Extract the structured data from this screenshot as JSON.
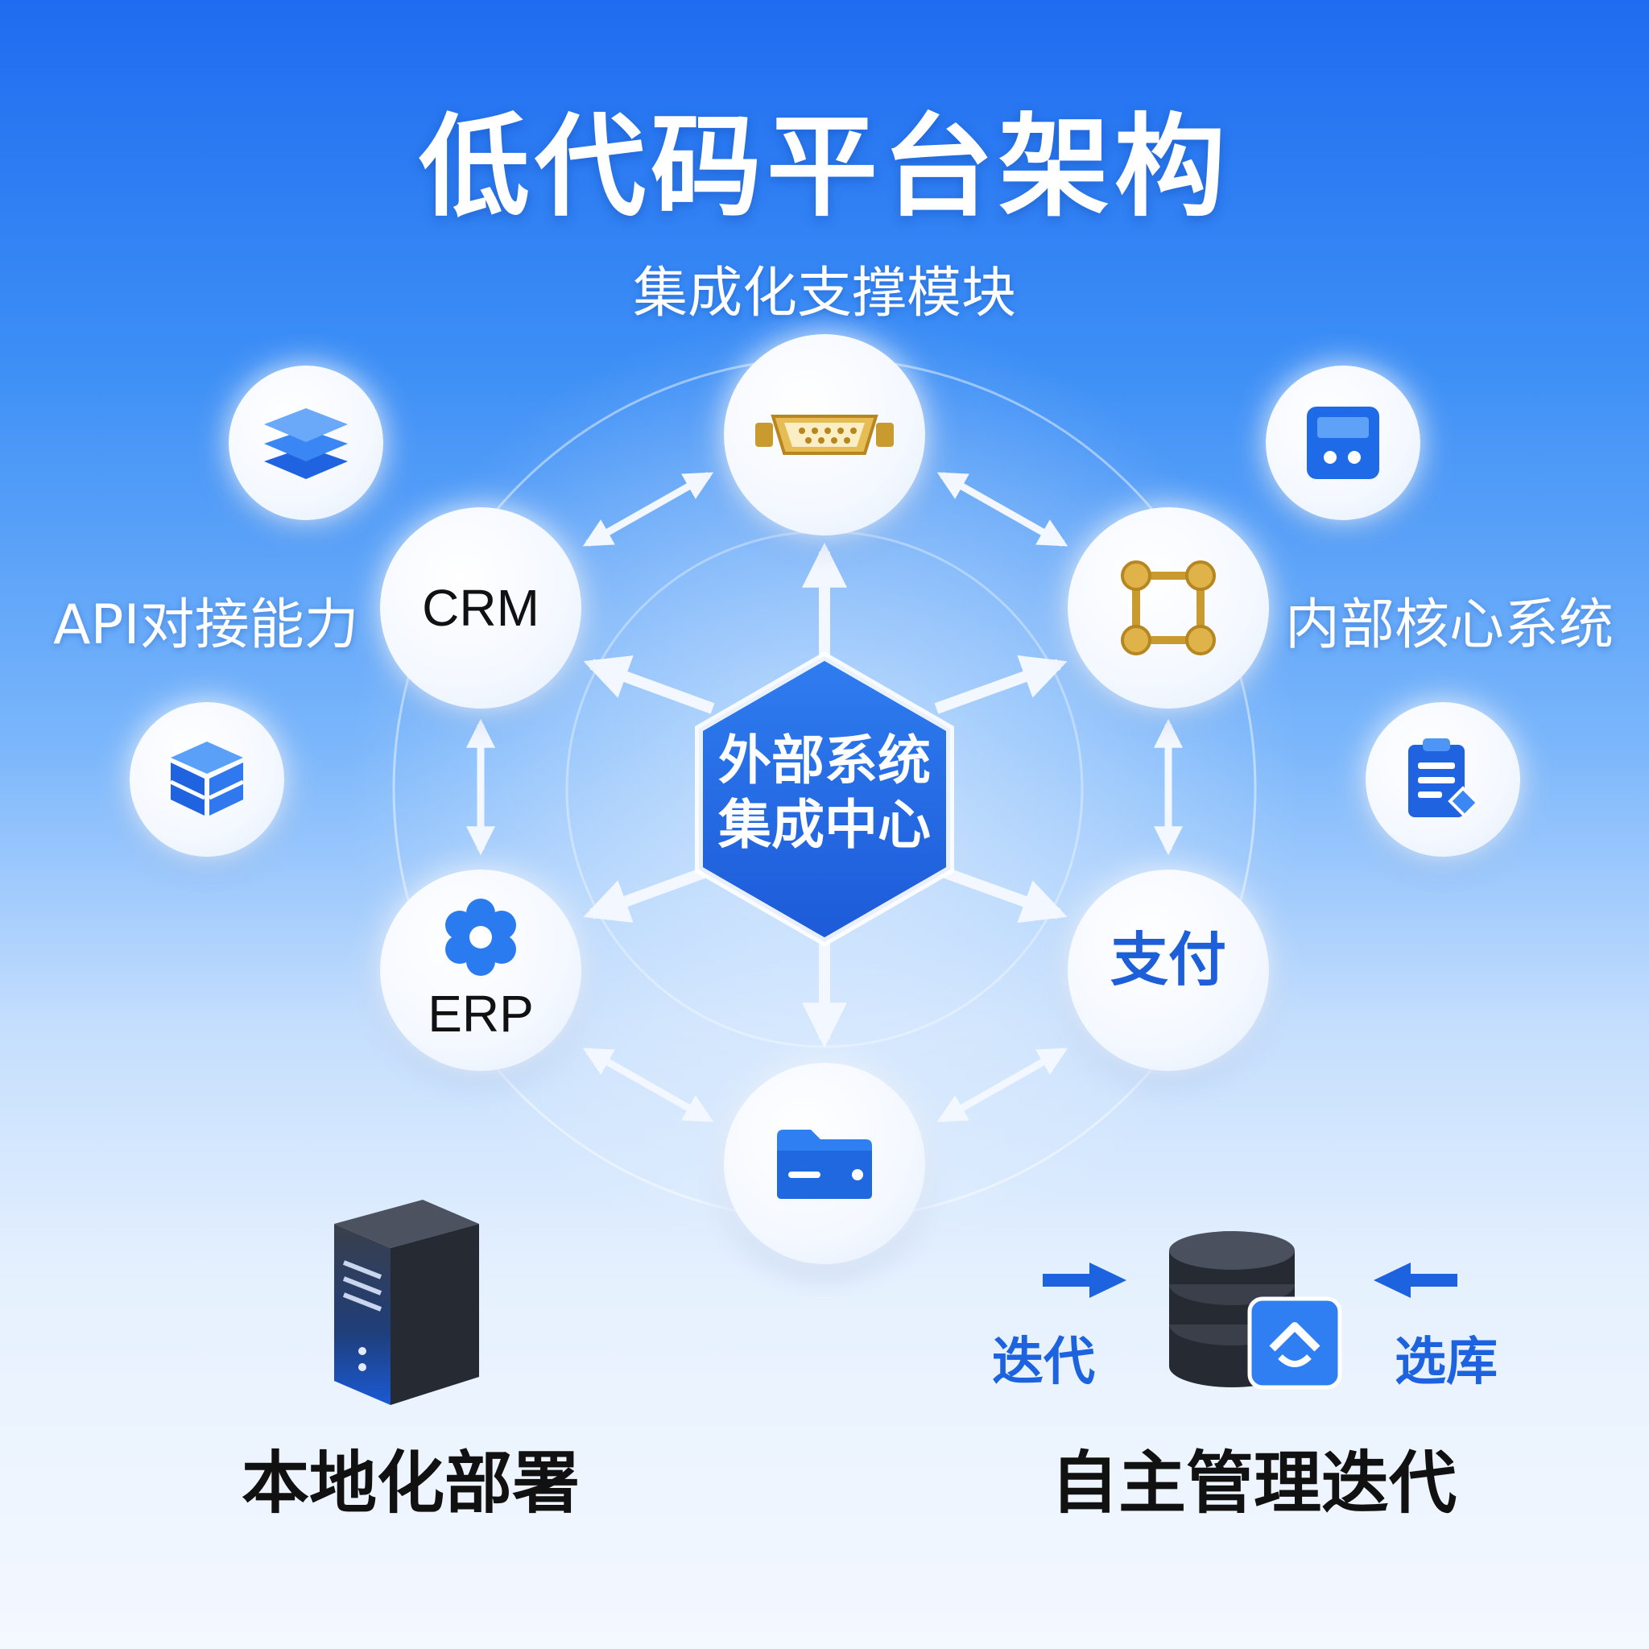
{
  "title": "低代码平台架构",
  "labels": {
    "top": "集成化支撑模块",
    "left": "API对接能力",
    "right": "内部核心系统"
  },
  "center": {
    "line1": "外部系统",
    "line2": "集成中心"
  },
  "nodes": {
    "crm": "CRM",
    "erp": "ERP",
    "payment": "支付"
  },
  "icons": {
    "top": "connector-icon",
    "top_right": "square-network-icon",
    "bottom": "folder-icon",
    "outer_left_top": "layers-icon",
    "outer_left_bottom": "cube-icon",
    "outer_right_top": "device-panel-icon",
    "outer_right_bottom": "clipboard-icon",
    "erp": "gear-flower-icon",
    "server": "server-icon",
    "database": "database-icon"
  },
  "bottom": {
    "left_label": "本地化部署",
    "right_label": "自主管理迭代",
    "iterate_word": "迭代",
    "select_db_word": "选库"
  },
  "colors": {
    "primary_blue": "#1d63df",
    "gold": "#d3a53a",
    "white": "#ffffff"
  }
}
